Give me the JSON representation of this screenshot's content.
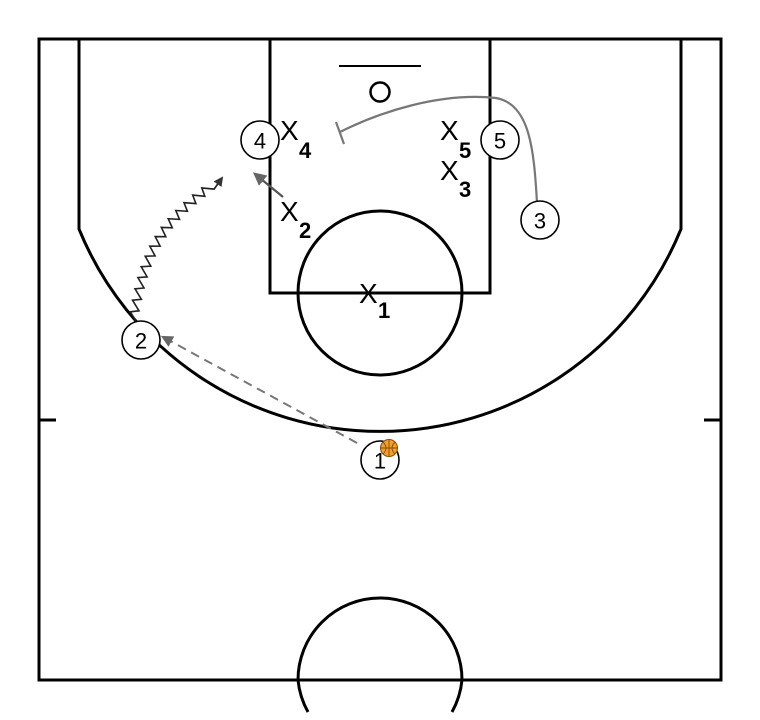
{
  "offense": [
    {
      "id": "o1",
      "label": "1",
      "has_ball": true
    },
    {
      "id": "o2",
      "label": "2"
    },
    {
      "id": "o3",
      "label": "3"
    },
    {
      "id": "o4",
      "label": "4"
    },
    {
      "id": "o5",
      "label": "5"
    }
  ],
  "defense": [
    {
      "id": "x1",
      "mark": "X",
      "sub": "1"
    },
    {
      "id": "x2",
      "mark": "X",
      "sub": "2"
    },
    {
      "id": "x3",
      "mark": "X",
      "sub": "3"
    },
    {
      "id": "x4",
      "mark": "X",
      "sub": "4"
    },
    {
      "id": "x5",
      "mark": "X",
      "sub": "5"
    }
  ],
  "actions": [
    {
      "id": "pass-1-to-2",
      "type": "pass",
      "style": "dashed-arrow",
      "color": "#777777"
    },
    {
      "id": "dribble-2",
      "type": "dribble",
      "style": "zigzag-arrow",
      "color": "#222222"
    },
    {
      "id": "move-x2",
      "type": "cut",
      "style": "arrow",
      "color": "#555555"
    },
    {
      "id": "screen-3",
      "type": "screen",
      "style": "curved-bar",
      "color": "#777777"
    }
  ],
  "colors": {
    "court_line": "#000000",
    "ball": "#F0A030",
    "ball_seam": "#8A4A00"
  }
}
